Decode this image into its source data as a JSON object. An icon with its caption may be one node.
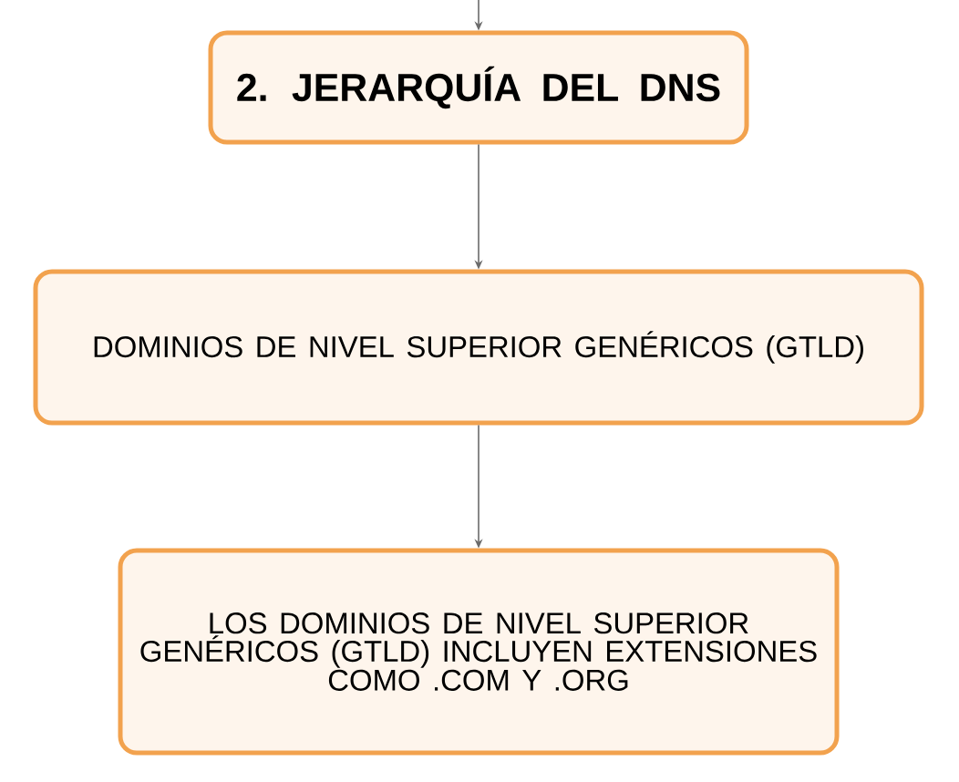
{
  "diagram": {
    "nodes": [
      {
        "text": [
          "2. JERARQUÍA DEL DNS"
        ]
      },
      {
        "text": [
          "DOMINIOS DE NIVEL SUPERIOR GENÉRICOS (GTLD)"
        ]
      },
      {
        "text": [
          "LOS DOMINIOS DE NIVEL SUPERIOR GENÉRICOS (GTLD) INCLUYEN EXTENSIONES COMO .COM Y .ORG"
        ]
      }
    ],
    "edges": [
      {
        "from": null,
        "to": 0,
        "arrow": "to"
      },
      {
        "from": 0,
        "to": 1,
        "arrow": "to"
      },
      {
        "from": 1,
        "to": 2,
        "arrow": "to"
      }
    ]
  }
}
